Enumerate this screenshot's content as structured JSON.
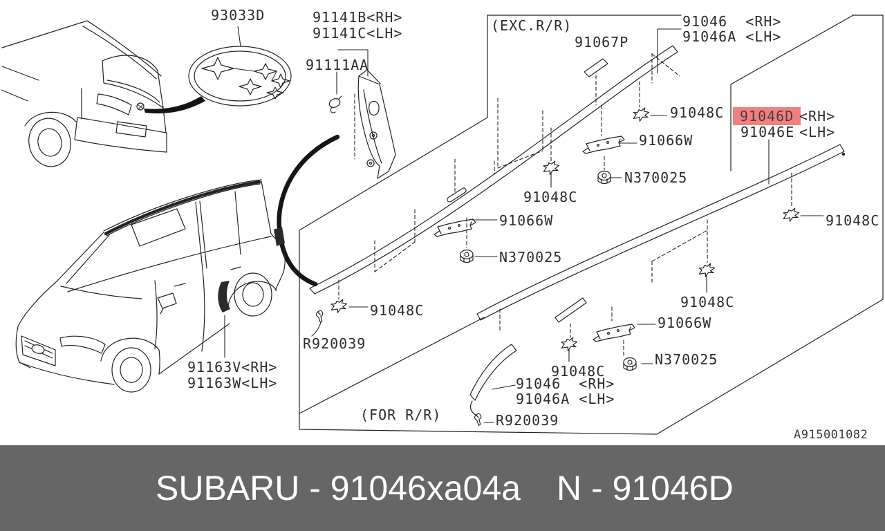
{
  "sections": {
    "exc_rr": "(EXC.R/R)",
    "for_rr": "(FOR R/R)"
  },
  "parts": {
    "emblem": "93033D",
    "quarter_trim_rh": "91141B<RH>",
    "quarter_trim_lh": "91141C<LH>",
    "trim_clip": "91111AA",
    "rail_cap": "91067P",
    "roof_rail_rh": "91046  <RH>",
    "roof_rail_lh": "91046A <LH>",
    "rail_clip": "91048C",
    "rail_bracket": "91066W",
    "flange_nut": "N370025",
    "screw": "R920039",
    "side_molding_rh": "91163V<RH>",
    "side_molding_lh": "91163W<LH>",
    "highlighted_rail_rh": "91046D",
    "highlighted_rail_rh_side": "<RH>",
    "highlighted_rail_lh": "91046E",
    "highlighted_rail_lh_side": "<LH>"
  },
  "drawing_number": "A915001082",
  "footer": {
    "brand_and_part": "SUBARU - 91046xa04a",
    "ref_label": "N - 91046D"
  },
  "colors": {
    "highlight_bg": "#f28080",
    "footer_bg": "#666666",
    "line": "#222222",
    "label_text": "#2b2b2b"
  }
}
